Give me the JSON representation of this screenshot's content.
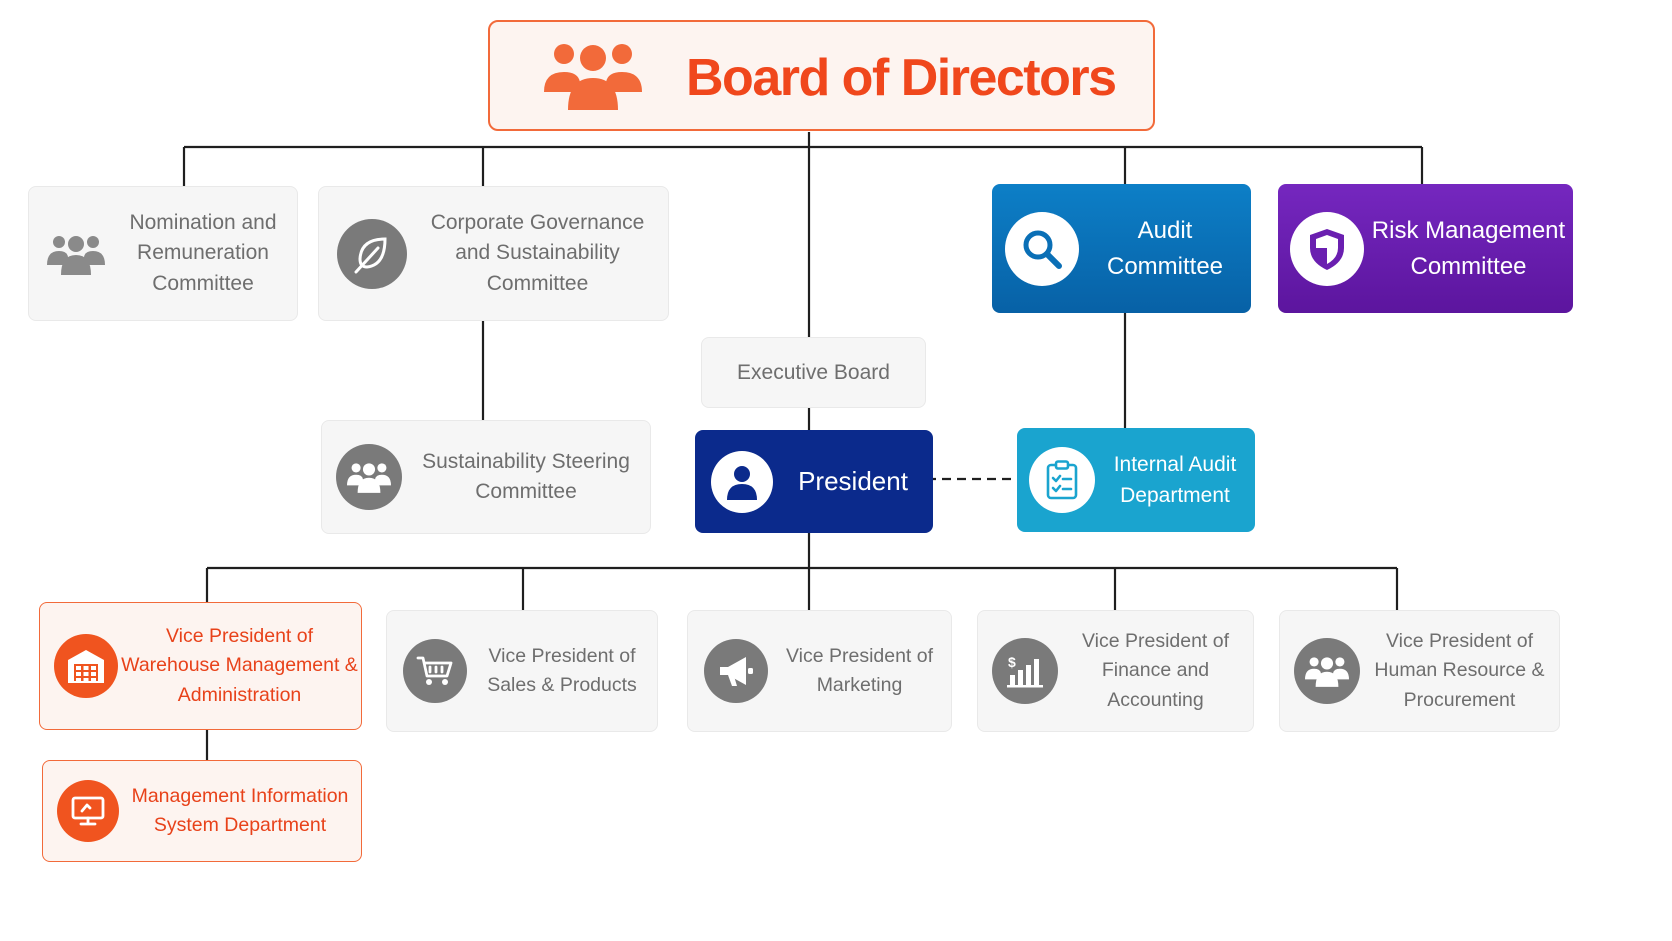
{
  "board": {
    "title": "Board of Directors"
  },
  "committees": {
    "nomination": [
      "Nomination and",
      "Remuneration",
      "Committee"
    ],
    "governance": [
      "Corporate Governance",
      "and Sustainability",
      "Committee"
    ],
    "audit": [
      "Audit",
      "Committee"
    ],
    "risk": [
      "Risk Management",
      "Committee"
    ],
    "steering": [
      "Sustainability Steering",
      "Committee"
    ]
  },
  "executive_board": "Executive Board",
  "president": "President",
  "internal_audit": [
    "Internal Audit",
    "Department"
  ],
  "vice_presidents": {
    "warehouse": [
      "Vice President of",
      "Warehouse Management &",
      "Administration"
    ],
    "sales": [
      "Vice President of",
      "Sales & Products"
    ],
    "marketing": [
      "Vice President of",
      "Marketing"
    ],
    "finance": [
      "Vice President of",
      "Finance and",
      "Accounting"
    ],
    "hr": [
      "Vice President of",
      "Human Resource &",
      "Procurement"
    ]
  },
  "mis": [
    "Management Information",
    "System Department"
  ],
  "colors": {
    "brand_orange": "#f26a3a",
    "audit_blue": "#0a6fb6",
    "risk_purple": "#6a1fb0",
    "president_navy": "#0b2a8c",
    "internal_audit_teal": "#1aa4cf",
    "grey_icon": "#7a7a7a",
    "connector": "#1f1f1f"
  },
  "icons": {
    "board": "group-icon",
    "nomination": "group-icon",
    "governance": "leaf-icon",
    "audit": "search-icon",
    "risk": "shield-icon",
    "steering": "group-icon",
    "president": "person-icon",
    "internal_audit": "clipboard-check-icon",
    "warehouse": "warehouse-icon",
    "sales": "cart-icon",
    "marketing": "megaphone-icon",
    "finance": "chart-dollar-icon",
    "hr": "group-icon",
    "mis": "monitor-icon"
  }
}
